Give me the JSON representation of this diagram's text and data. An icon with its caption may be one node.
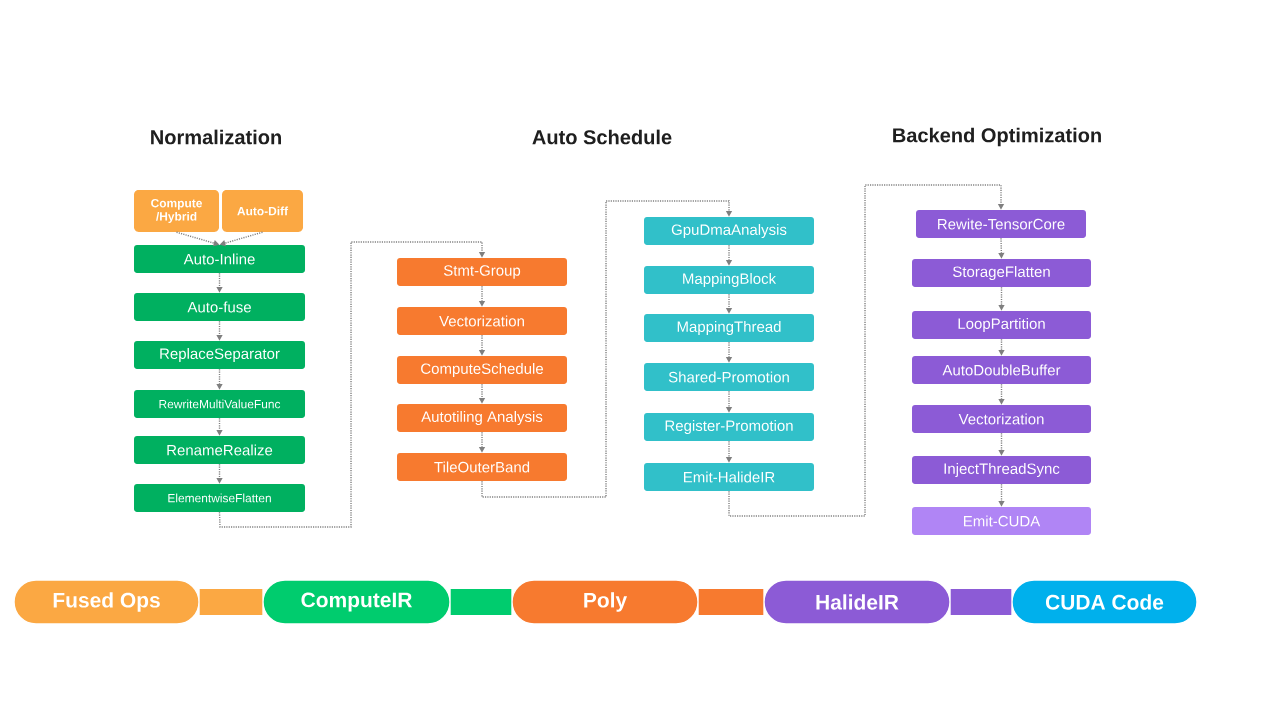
{
  "diagram": {
    "nodes": [
      {
        "text": [
          "Compute /Hybrid"
        ]
      },
      {
        "text": [
          "Auto-Diff"
        ]
      },
      {
        "text": [
          "Auto-Inline"
        ]
      },
      {
        "text": [
          "Auto-fuse"
        ]
      },
      {
        "text": [
          "ReplaceSeparator"
        ]
      },
      {
        "text": [
          "RewriteMultiValueFunc"
        ]
      },
      {
        "text": [
          "RenameRealize"
        ]
      },
      {
        "text": [
          "ElementwiseFlatten"
        ]
      },
      {
        "text": [
          "Stmt-Group"
        ]
      },
      {
        "text": [
          "Vectorization"
        ]
      },
      {
        "text": [
          "ComputeSchedule"
        ]
      },
      {
        "text": [
          "Autotiling Analysis"
        ]
      },
      {
        "text": [
          "TileOuterBand"
        ]
      },
      {
        "text": [
          "GpuDmaAnalysis"
        ]
      },
      {
        "text": [
          "MappingBlock"
        ]
      },
      {
        "text": [
          "MappingThread"
        ]
      },
      {
        "text": [
          "Shared-Promotion"
        ]
      },
      {
        "text": [
          "Register-Promotion"
        ]
      },
      {
        "text": [
          "Emit-HalideIR"
        ]
      },
      {
        "text": [
          "Rewite-TensorCore"
        ]
      },
      {
        "text": [
          "StorageFlatten"
        ]
      },
      {
        "text": [
          "LoopPartition"
        ]
      },
      {
        "text": [
          "AutoDoubleBuffer"
        ]
      },
      {
        "text": [
          "Vectorization"
        ]
      },
      {
        "text": [
          "InjectThreadSync"
        ]
      },
      {
        "text": [
          "Emit-CUDA"
        ]
      },
      {
        "text": [
          "Fused Ops"
        ]
      },
      {
        "text": [
          "ComputeIR"
        ]
      },
      {
        "text": [
          "Poly"
        ]
      },
      {
        "text": [
          "HalideIR"
        ]
      },
      {
        "text": [
          "CUDA Code"
        ]
      }
    ],
    "edges": [
      {
        "from": 0,
        "to": 2,
        "arrow": "to",
        "style": "dashed"
      },
      {
        "from": 1,
        "to": 2,
        "arrow": "to",
        "style": "dashed"
      },
      {
        "from": 2,
        "to": 3,
        "arrow": "to",
        "style": "dashed"
      },
      {
        "from": 3,
        "to": 4,
        "arrow": "to",
        "style": "dashed"
      },
      {
        "from": 4,
        "to": 5,
        "arrow": "to",
        "style": "dashed"
      },
      {
        "from": 5,
        "to": 6,
        "arrow": "to",
        "style": "dashed"
      },
      {
        "from": 6,
        "to": 7,
        "arrow": "to",
        "style": "dashed"
      },
      {
        "from": 7,
        "to": 8,
        "arrow": "to",
        "style": "dashed"
      },
      {
        "from": 8,
        "to": 9,
        "arrow": "to",
        "style": "dashed"
      },
      {
        "from": 9,
        "to": 10,
        "arrow": "to",
        "style": "dashed"
      },
      {
        "from": 10,
        "to": 11,
        "arrow": "to",
        "style": "dashed"
      },
      {
        "from": 11,
        "to": 12,
        "arrow": "to",
        "style": "dashed"
      },
      {
        "from": 12,
        "to": 13,
        "arrow": "to",
        "style": "dashed"
      },
      {
        "from": 13,
        "to": 14,
        "arrow": "to",
        "style": "dashed"
      },
      {
        "from": 14,
        "to": 15,
        "arrow": "to",
        "style": "dashed"
      },
      {
        "from": 15,
        "to": 16,
        "arrow": "to",
        "style": "dashed"
      },
      {
        "from": 16,
        "to": 17,
        "arrow": "to",
        "style": "dashed"
      },
      {
        "from": 17,
        "to": 18,
        "arrow": "to",
        "style": "dashed"
      },
      {
        "from": 18,
        "to": 19,
        "arrow": "to",
        "style": "dashed"
      },
      {
        "from": 19,
        "to": 20,
        "arrow": "to",
        "style": "dashed"
      },
      {
        "from": 20,
        "to": 21,
        "arrow": "to",
        "style": "dashed"
      },
      {
        "from": 21,
        "to": 22,
        "arrow": "to",
        "style": "dashed"
      },
      {
        "from": 22,
        "to": 23,
        "arrow": "to",
        "style": "dashed"
      },
      {
        "from": 23,
        "to": 24,
        "arrow": "to",
        "style": "dashed"
      },
      {
        "from": 24,
        "to": 25,
        "arrow": "to",
        "style": "dashed"
      },
      {
        "from": 26,
        "to": 27,
        "arrow": "none",
        "style": "thick",
        "color": "#fba843"
      },
      {
        "from": 27,
        "to": 28,
        "arrow": "none",
        "style": "thick",
        "color": "#00cc6e"
      },
      {
        "from": 28,
        "to": 29,
        "arrow": "none",
        "style": "thick",
        "color": "#f77a2f"
      },
      {
        "from": 29,
        "to": 30,
        "arrow": "none",
        "style": "thick",
        "color": "#8c5bd6"
      }
    ],
    "labels": [
      "Normalization",
      "Auto Schedule",
      "Backend Optimization"
    ]
  }
}
